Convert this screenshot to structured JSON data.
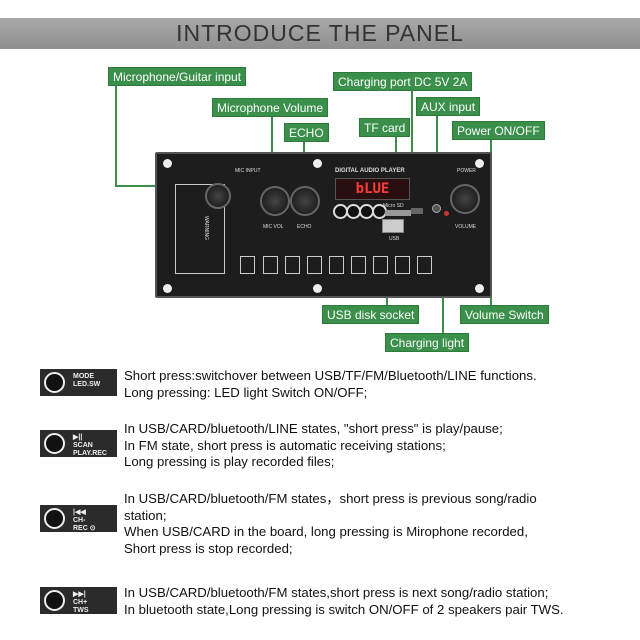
{
  "header": {
    "title": "INTRODUCE THE PANEL"
  },
  "labels": {
    "mic_guitar": "Microphone/Guitar input",
    "mic_volume": "Microphone Volume",
    "echo": "ECHO",
    "tf_card": "TF card",
    "charging_port": "Charging port DC 5V 2A",
    "aux": "AUX input",
    "power": "Power ON/OFF",
    "usb": "USB disk socket",
    "volume_switch": "Volume Switch",
    "charging_light": "Charging light"
  },
  "panel": {
    "title": "DIGITAL AUDIO PLAYER",
    "display": "bLUE",
    "mic_input": "MIC INPUT",
    "mic_vol": "MIC VOL",
    "echo": "ECHO",
    "volume": "VOLUME",
    "power": "POWER",
    "usb": "USB",
    "micro_sd": "Micro SD",
    "warning": "WARNING"
  },
  "buttons": [
    {
      "icon": "mode-led-icon",
      "line1": "MODE",
      "line2": "LED.SW",
      "text": [
        "Short press:switchover between USB/TF/FM/Bluetooth/LINE functions.",
        "Long pressing: LED light Switch ON/OFF;"
      ]
    },
    {
      "icon": "play-pause-icon",
      "line1": "▶||",
      "line2": "SCAN",
      "line3": "PLAY.REC",
      "text": [
        "In USB/CARD/bluetooth/LINE states, \"short press\" is play/pause;",
        "In FM state, short press is automatic receiving stations;",
        "Long pressing is play recorded files;"
      ]
    },
    {
      "icon": "previous-icon",
      "line1": "|◀◀",
      "line2": "CH-",
      "line3": "REC ⊙",
      "text": [
        "In USB/CARD/bluetooth/FM states，short press is previous song/radio",
        "station;",
        "When USB/CARD in the board, long pressing is Mirophone recorded,",
        "Short press is stop recorded;"
      ]
    },
    {
      "icon": "next-icon",
      "line1": "▶▶|",
      "line2": "CH+",
      "line3": "TWS",
      "text": [
        "In USB/CARD/bluetooth/FM states,short press is next song/radio station;",
        "In bluetooth state,Long pressing is switch ON/OFF of 2 speakers pair TWS."
      ]
    }
  ]
}
